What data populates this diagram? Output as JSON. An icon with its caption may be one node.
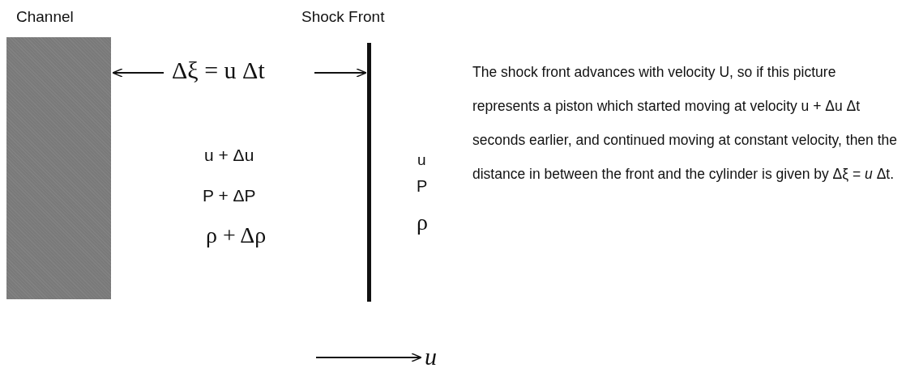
{
  "diagram": {
    "nodes": [
      {
        "text": [
          "Channel"
        ]
      },
      {
        "text": [
          "Shock Front"
        ]
      }
    ],
    "labels": [
      "Δξ = u Δt",
      "u + Δu",
      "P + ΔP",
      "ρ + Δρ",
      "u",
      "P",
      "ρ",
      "The shock front advances with velocity U, so if this picture represents a piston which started moving at velocity u + Δu Δt seconds earlier, and continued moving at constant velocity, then the distance in between the front and the cylinder is given by Δξ = *u* Δt.",
      "u"
    ]
  }
}
